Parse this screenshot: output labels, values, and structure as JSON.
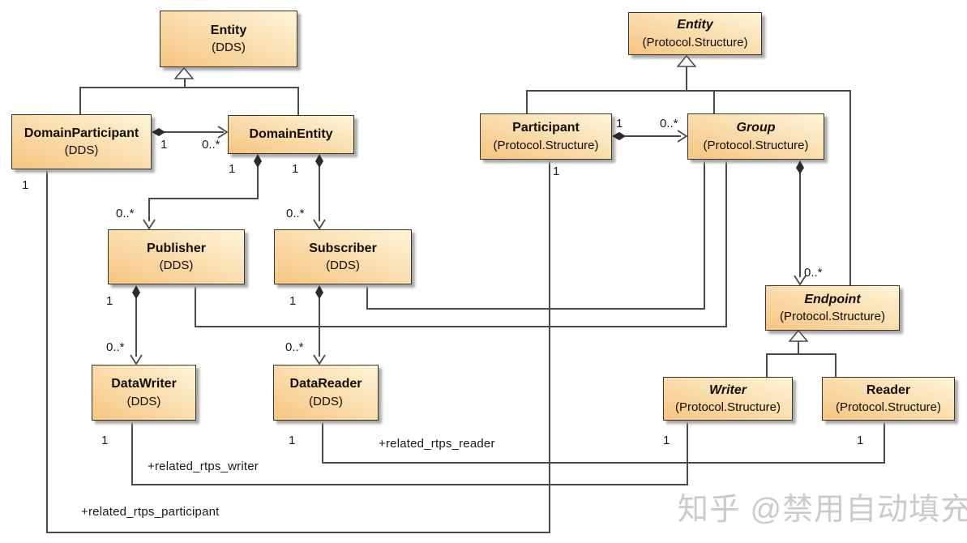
{
  "diagram": {
    "classes": [
      {
        "id": "entity-dds",
        "name": "Entity",
        "stereotype": "(DDS)"
      },
      {
        "id": "domain-participant",
        "name": "DomainParticipant",
        "stereotype": "(DDS)"
      },
      {
        "id": "domain-entity",
        "name": "DomainEntity",
        "stereotype": ""
      },
      {
        "id": "publisher",
        "name": "Publisher",
        "stereotype": "(DDS)"
      },
      {
        "id": "subscriber",
        "name": "Subscriber",
        "stereotype": "(DDS)"
      },
      {
        "id": "data-writer",
        "name": "DataWriter",
        "stereotype": "(DDS)"
      },
      {
        "id": "data-reader",
        "name": "DataReader",
        "stereotype": "(DDS)"
      },
      {
        "id": "entity-rtps",
        "name": "Entity",
        "stereotype": "(Protocol.Structure)"
      },
      {
        "id": "participant",
        "name": "Participant",
        "stereotype": "(Protocol.Structure)"
      },
      {
        "id": "group",
        "name": "Group",
        "stereotype": "(Protocol.Structure)"
      },
      {
        "id": "endpoint",
        "name": "Endpoint",
        "stereotype": "(Protocol.Structure)"
      },
      {
        "id": "writer",
        "name": "Writer",
        "stereotype": "(Protocol.Structure)"
      },
      {
        "id": "reader",
        "name": "Reader",
        "stereotype": "(Protocol.Structure)"
      }
    ],
    "multiplicities": {
      "m_dp_de_1": "1",
      "m_dp_de_n": "0..*",
      "m_de_pub_1": "1",
      "m_de_sub_1": "1",
      "m_pub_n": "0..*",
      "m_sub_n": "0..*",
      "m_pub_1": "1",
      "m_sub_1": "1",
      "m_dw_n": "0..*",
      "m_dr_n": "0..*",
      "m_dw_1": "1",
      "m_dr_1": "1",
      "m_w_1": "1",
      "m_r_1": "1",
      "m_dp_1": "1",
      "m_part_1": "1",
      "m_pg_1": "1",
      "m_pg_n": "0..*",
      "m_g_ep_n": "0..*"
    },
    "association_labels": {
      "writer": "+related_rtps_writer",
      "reader": "+related_rtps_reader",
      "participant": "+related_rtps_participant"
    },
    "watermark": "知乎 @禁用自动填充",
    "colors": {
      "box_fill_light": "#fdf5d8",
      "box_fill_dark": "#f6c581",
      "line": "#4a4a4a",
      "watermark": "#cbcbcb"
    }
  }
}
